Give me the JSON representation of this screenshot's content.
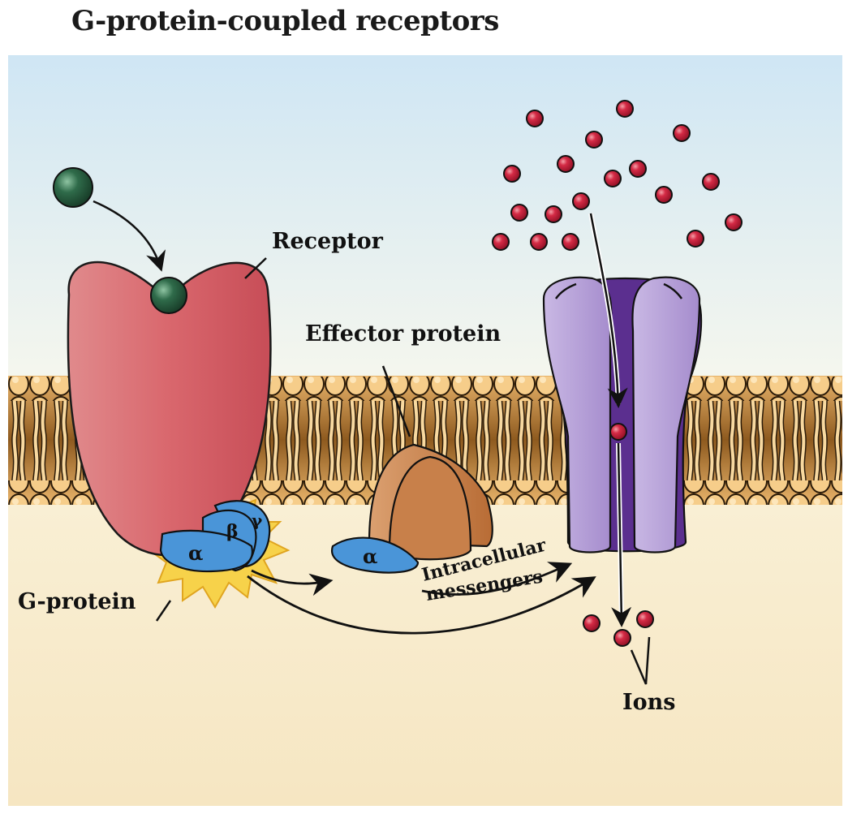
{
  "title": "G-protein-coupled receptors",
  "labels": {
    "receptor": "Receptor",
    "effector": "Effector protein",
    "gprotein": "G-protein",
    "messengers_line1": "Intracellular",
    "messengers_line2": "messengers",
    "ions": "Ions"
  },
  "subunits": {
    "alpha": "α",
    "beta": "β",
    "gamma": "γ",
    "released_alpha": "α"
  },
  "colors": {
    "extracellular": "#dcecf6",
    "intracellular": "#f8ecc9",
    "membrane_head": "#f6cd8a",
    "membrane_core": "#b97a2e",
    "receptor": "#d9676d",
    "ligand": "#2f6b4a",
    "gprotein": "#4a95d8",
    "effector": "#c8804a",
    "ion_channel": "#b7a2d8",
    "ion_channel_pore": "#5b2f8f",
    "ion": "#c0203a",
    "activation_burst": "#f7d24a"
  }
}
